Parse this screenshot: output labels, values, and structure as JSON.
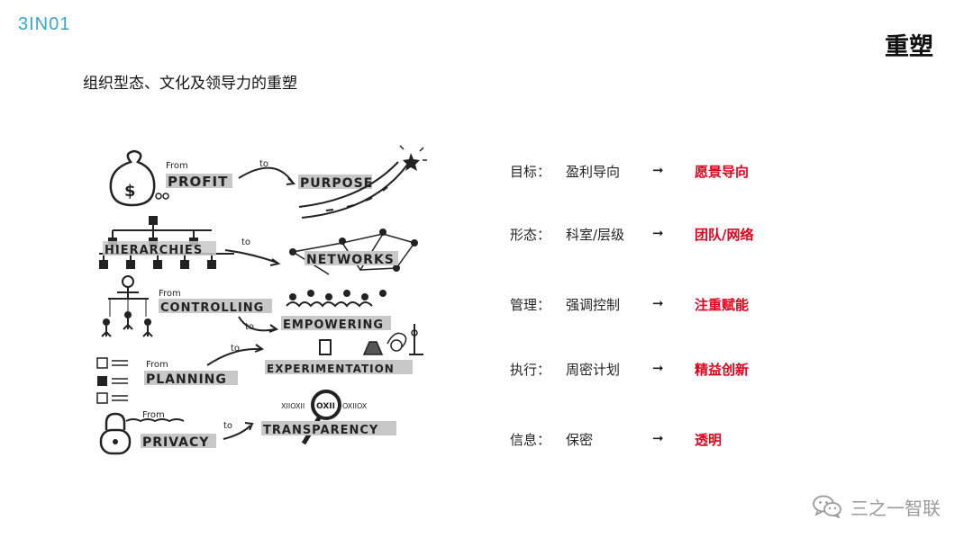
{
  "logo": "3IN01",
  "title": "重塑",
  "subtitle": "组织型态、文化及领导力的重塑",
  "illustration": {
    "rows": [
      {
        "from_tag": "From",
        "from": "PROFIT",
        "to_tag": "to",
        "to": "PURPOSE"
      },
      {
        "from_tag": "",
        "from": "HIERARCHIES",
        "to_tag": "to",
        "to": "NETWORKS"
      },
      {
        "from_tag": "From",
        "from": "CONTROLLING",
        "to_tag": "to",
        "to": "EMPOWERING"
      },
      {
        "from_tag": "From",
        "from": "PLANNING",
        "to_tag": "to",
        "to": "EXPERIMENTATION"
      },
      {
        "from_tag": "From",
        "from": "PRIVACY",
        "to_tag": "to",
        "to": "TRANSPARENCY"
      }
    ],
    "code_left": "XIIOXII",
    "code_center": "OXII",
    "code_right": "OXIIOX"
  },
  "mapping": [
    {
      "label": "目标：",
      "from": "盈利导向",
      "arrow": "➞",
      "to": "愿景导向"
    },
    {
      "label": "形态：",
      "from": "科室/层级",
      "arrow": "➞",
      "to": "团队/网络"
    },
    {
      "label": "管理：",
      "from": "强调控制",
      "arrow": "➞",
      "to": "注重赋能"
    },
    {
      "label": "执行：",
      "from": "周密计划",
      "arrow": "➞",
      "to": "精益创新"
    },
    {
      "label": "信息：",
      "from": "保密",
      "arrow": "➞",
      "to": "透明"
    }
  ],
  "watermark": {
    "icon": "wechat-icon",
    "text": "三之一智联"
  },
  "colors": {
    "accent_red": "#e0001b",
    "logo_blue": "#3aa6c9",
    "watermark_gray": "#9a9a9a"
  }
}
